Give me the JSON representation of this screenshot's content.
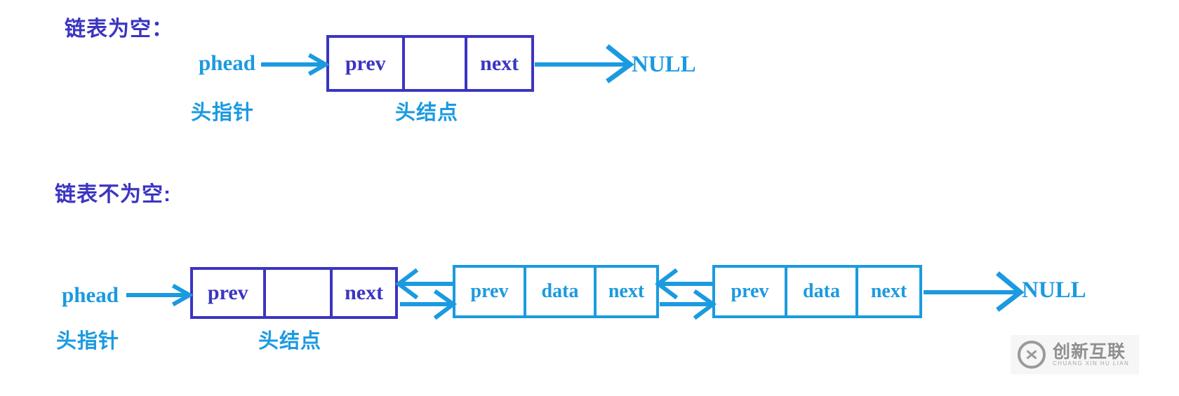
{
  "diagram": {
    "title_empty": "链表为空：",
    "title_not_empty": "链表不为空:",
    "labels": {
      "phead": "phead",
      "head_pointer_cn": "头指针",
      "head_node_cn": "头结点",
      "null": "NULL"
    },
    "fields": {
      "prev": "prev",
      "data": "data",
      "next": "next",
      "blank": ""
    },
    "colors": {
      "head_node": "#3b35c2",
      "data_node": "#1b9ae0",
      "arrow": "#1b9ae0",
      "title": "#3b35c2",
      "background": "#ffffff"
    },
    "empty_list": {
      "pointer_label": "phead",
      "pointer_caption": "头指针",
      "node_caption": "头结点",
      "node_cells": [
        "prev",
        "",
        "next"
      ],
      "terminator": "NULL"
    },
    "non_empty_list": {
      "pointer_label": "phead",
      "pointer_caption": "头指针",
      "node_caption": "头结点",
      "head_node_cells": [
        "prev",
        "",
        "next"
      ],
      "data_nodes": [
        {
          "cells": [
            "prev",
            "data",
            "next"
          ]
        },
        {
          "cells": [
            "prev",
            "data",
            "next"
          ]
        }
      ],
      "terminator": "NULL"
    }
  },
  "watermark": {
    "name": "创新互联",
    "pinyin": "CHUANG XIN HU LIAN"
  }
}
